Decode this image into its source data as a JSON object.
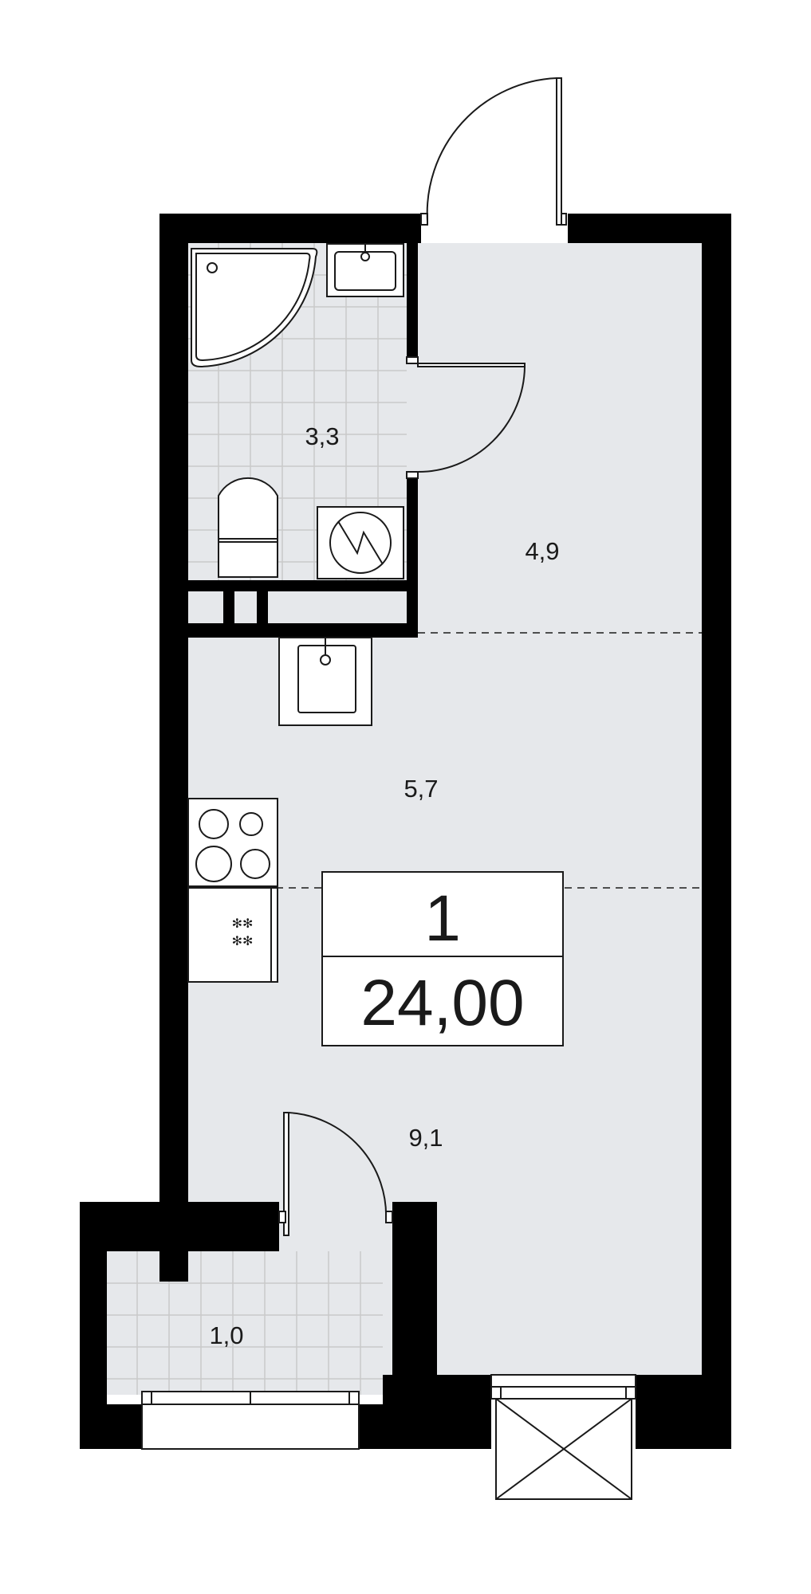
{
  "plan": {
    "rooms": {
      "bathroom": {
        "area": "3,3"
      },
      "hallway": {
        "area": "4,9"
      },
      "kitchen": {
        "area": "5,7"
      },
      "living": {
        "area": "9,1"
      },
      "balcony": {
        "area": "1,0"
      }
    },
    "badge": {
      "rooms": "1",
      "total_area": "24,00"
    }
  },
  "colors": {
    "wall": "#000000",
    "floor": "#e6e8eb",
    "tile_floor": "#e6e8eb",
    "tile_grid": "#c9c9c9",
    "fixture_stroke": "#1a1a1a"
  }
}
